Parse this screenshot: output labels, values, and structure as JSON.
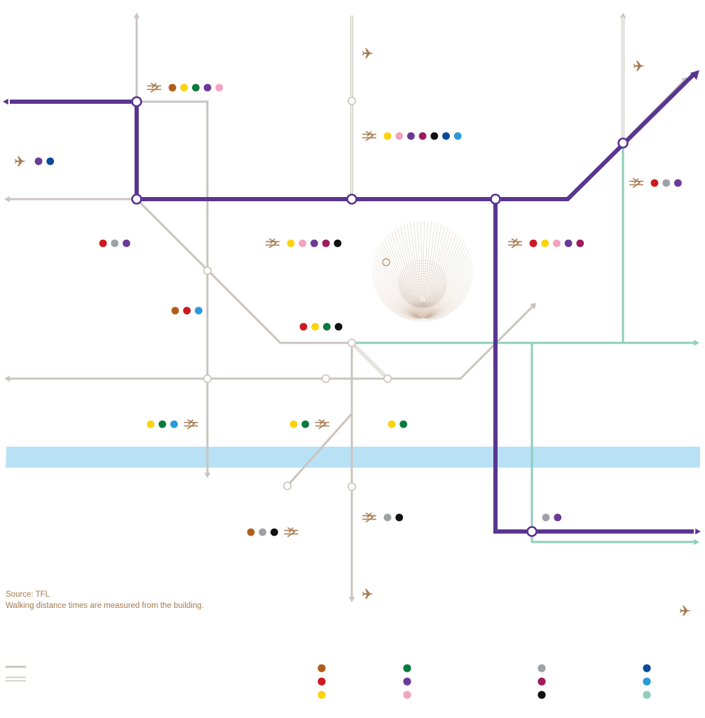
{
  "source_note": "Source: TFL",
  "walking_note": "Walking distance times are measured from the building.",
  "colors": {
    "elizabeth_line": "#5a3590",
    "grey_track": "#c9c4bd",
    "teal_track": "#8ecdbb",
    "river": "#b9e1f5",
    "accent": "#a7794c",
    "line_dots": {
      "brown": "#b05f1b",
      "yellow": "#fcd30e",
      "green": "#0b7a3e",
      "purple": "#6b3a98",
      "pink": "#f2a3bf",
      "red": "#cd1a1f",
      "grey": "#9ea2a6",
      "magenta": "#9d1b5e",
      "black": "#111111",
      "navy": "#0a4a9b",
      "blue": "#2c99da",
      "teal": "#8ecdbb"
    }
  },
  "icons": {
    "airport": "airplane-icon",
    "national_rail": "national-rail-icon",
    "interchange": "interchange-station-icon",
    "station": "station-icon",
    "building": "building-emblem-icon"
  },
  "station_groups": [
    {
      "id": "nw-interchange",
      "rail": true,
      "lines": [
        "brown",
        "yellow",
        "green",
        "purple",
        "pink"
      ]
    },
    {
      "id": "west-airport",
      "airport": true,
      "lines": [
        "purple",
        "navy"
      ]
    },
    {
      "id": "north-central",
      "rail": true,
      "lines": [
        "yellow",
        "pink",
        "purple",
        "magenta",
        "black",
        "navy",
        "blue"
      ]
    },
    {
      "id": "ne-station",
      "rail": true,
      "lines": [
        "red",
        "grey",
        "purple"
      ]
    },
    {
      "id": "west-station",
      "rail": false,
      "lines": [
        "red",
        "grey",
        "purple"
      ]
    },
    {
      "id": "central-station",
      "rail": true,
      "lines": [
        "yellow",
        "pink",
        "purple",
        "magenta",
        "black"
      ]
    },
    {
      "id": "east-station",
      "rail": true,
      "lines": [
        "red",
        "yellow",
        "pink",
        "purple",
        "magenta"
      ]
    },
    {
      "id": "mid-west-station",
      "rail": false,
      "lines": [
        "brown",
        "red",
        "blue"
      ]
    },
    {
      "id": "mid-central-station",
      "rail": false,
      "lines": [
        "red",
        "yellow",
        "green",
        "black"
      ]
    },
    {
      "id": "south-west-station",
      "rail": true,
      "lines": [
        "yellow",
        "green",
        "blue"
      ]
    },
    {
      "id": "south-central-station",
      "rail": true,
      "lines": [
        "yellow",
        "green"
      ]
    },
    {
      "id": "south-east-station",
      "rail": false,
      "lines": [
        "yellow",
        "green"
      ]
    },
    {
      "id": "river-south-station",
      "rail": true,
      "lines": [
        "grey",
        "black"
      ]
    },
    {
      "id": "south-east-interchange",
      "rail": false,
      "lines": [
        "grey",
        "purple"
      ]
    },
    {
      "id": "far-south-west-station",
      "rail": true,
      "lines": [
        "brown",
        "grey",
        "black"
      ]
    }
  ],
  "legend": {
    "track_types": [
      "single-track",
      "double-track"
    ],
    "columns": [
      [
        "brown",
        "red",
        "yellow"
      ],
      [
        "green",
        "purple",
        "pink"
      ],
      [
        "grey",
        "magenta",
        "black"
      ],
      [
        "navy",
        "blue",
        "teal"
      ]
    ]
  }
}
